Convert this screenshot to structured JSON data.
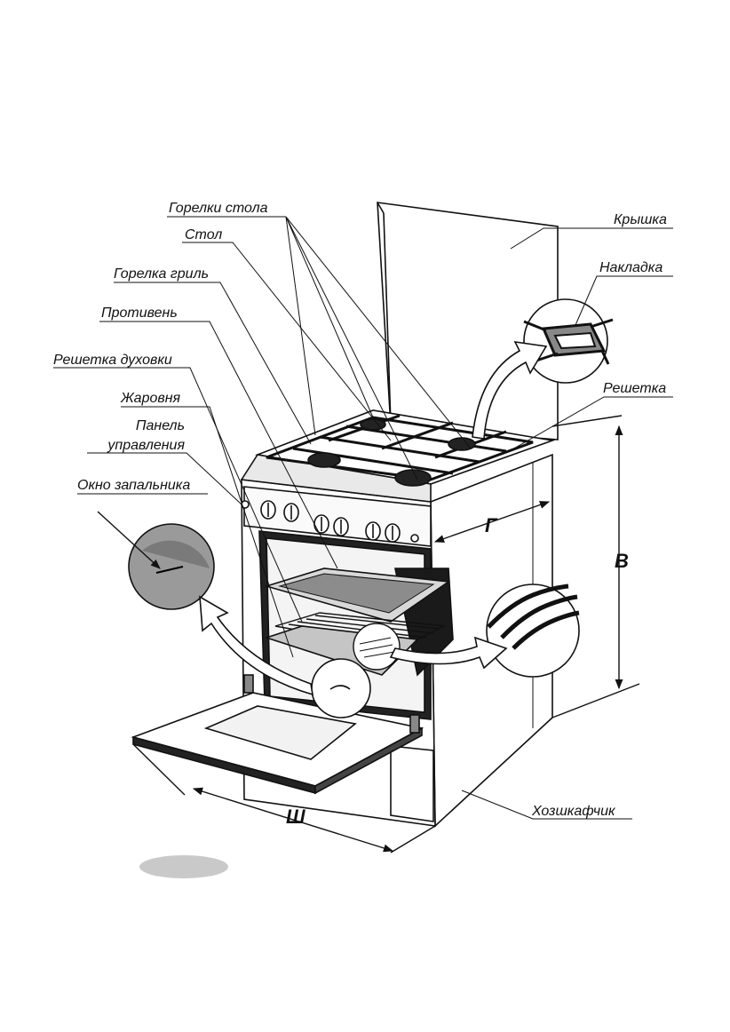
{
  "labels": {
    "burners_table": "Горелки стола",
    "table": "Стол",
    "grill_burner": "Горелка гриль",
    "baking_tray": "Противень",
    "oven_rack": "Решетка духовки",
    "roasting_pan": "Жаровня",
    "control_panel_line1": "Панель",
    "control_panel_line2": "управления",
    "igniter_window": "Окно запальника",
    "lid": "Крышка",
    "overlay": "Накладка",
    "grate": "Решетка",
    "storage_drawer": "Хозшкафчик"
  },
  "dimensions": {
    "depth": "Г",
    "height": "В",
    "width": "Ш"
  },
  "colors": {
    "line": "#111111",
    "fill": "#ffffff",
    "dark": "#1a1a1a",
    "tone": "#8c8c8c",
    "oval": "#c9c9c9"
  },
  "icons": {
    "knob": "knob-icon",
    "burner": "burner-icon"
  }
}
